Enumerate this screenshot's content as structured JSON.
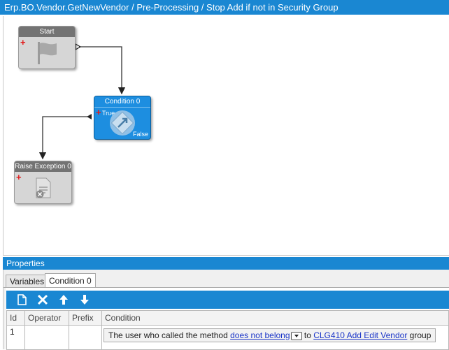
{
  "title": "Erp.BO.Vendor.GetNewVendor / Pre-Processing / Stop Add if not in Security Group",
  "nodes": {
    "start": {
      "label": "Start"
    },
    "condition": {
      "label": "Condition 0",
      "true_label": "True",
      "false_label": "False"
    },
    "raise": {
      "label": "Raise Exception 0"
    }
  },
  "properties": {
    "title": "Properties",
    "tabs": [
      {
        "label": "Variables"
      },
      {
        "label": "Condition 0"
      }
    ],
    "toolbar": [
      "new-icon",
      "delete-icon",
      "move-up-icon",
      "move-down-icon"
    ],
    "columns": [
      "Id",
      "Operator",
      "Prefix",
      "Condition"
    ],
    "rows": [
      {
        "id": "1",
        "operator": "",
        "prefix": "",
        "condition": {
          "text1": "The user who called the method",
          "link1": "does not belong",
          "text2": "to",
          "link2": "CLG410 Add Edit Vendor",
          "text3": "group"
        }
      }
    ]
  },
  "colors": {
    "accent": "#1a87d2",
    "node_gray": "#737373",
    "node_blue": "#1d8ee0",
    "plus": "#e21b1b"
  }
}
